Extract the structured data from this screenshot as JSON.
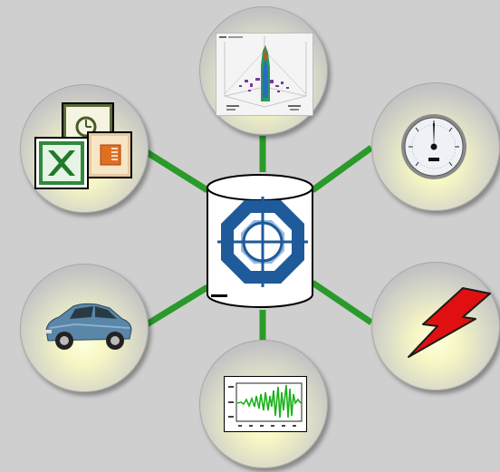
{
  "diagram": {
    "background": "#cfcfcf",
    "connector_color": "#2a9a2a",
    "center": {
      "kind": "database-cylinder",
      "logo": "target-crosshair-octagon-icon"
    },
    "nodes": [
      {
        "id": "surface-plot",
        "icon": "3d-surface-plot-icon",
        "position": "top"
      },
      {
        "id": "gauge",
        "icon": "pressure-gauge-icon",
        "position": "top-right"
      },
      {
        "id": "lightning",
        "icon": "lightning-bolt-icon",
        "position": "bottom-right"
      },
      {
        "id": "line-chart",
        "icon": "line-chart-icon",
        "position": "bottom"
      },
      {
        "id": "car",
        "icon": "car-icon",
        "position": "bottom-left"
      },
      {
        "id": "office",
        "icon": "office-documents-icon",
        "position": "top-left"
      }
    ]
  }
}
